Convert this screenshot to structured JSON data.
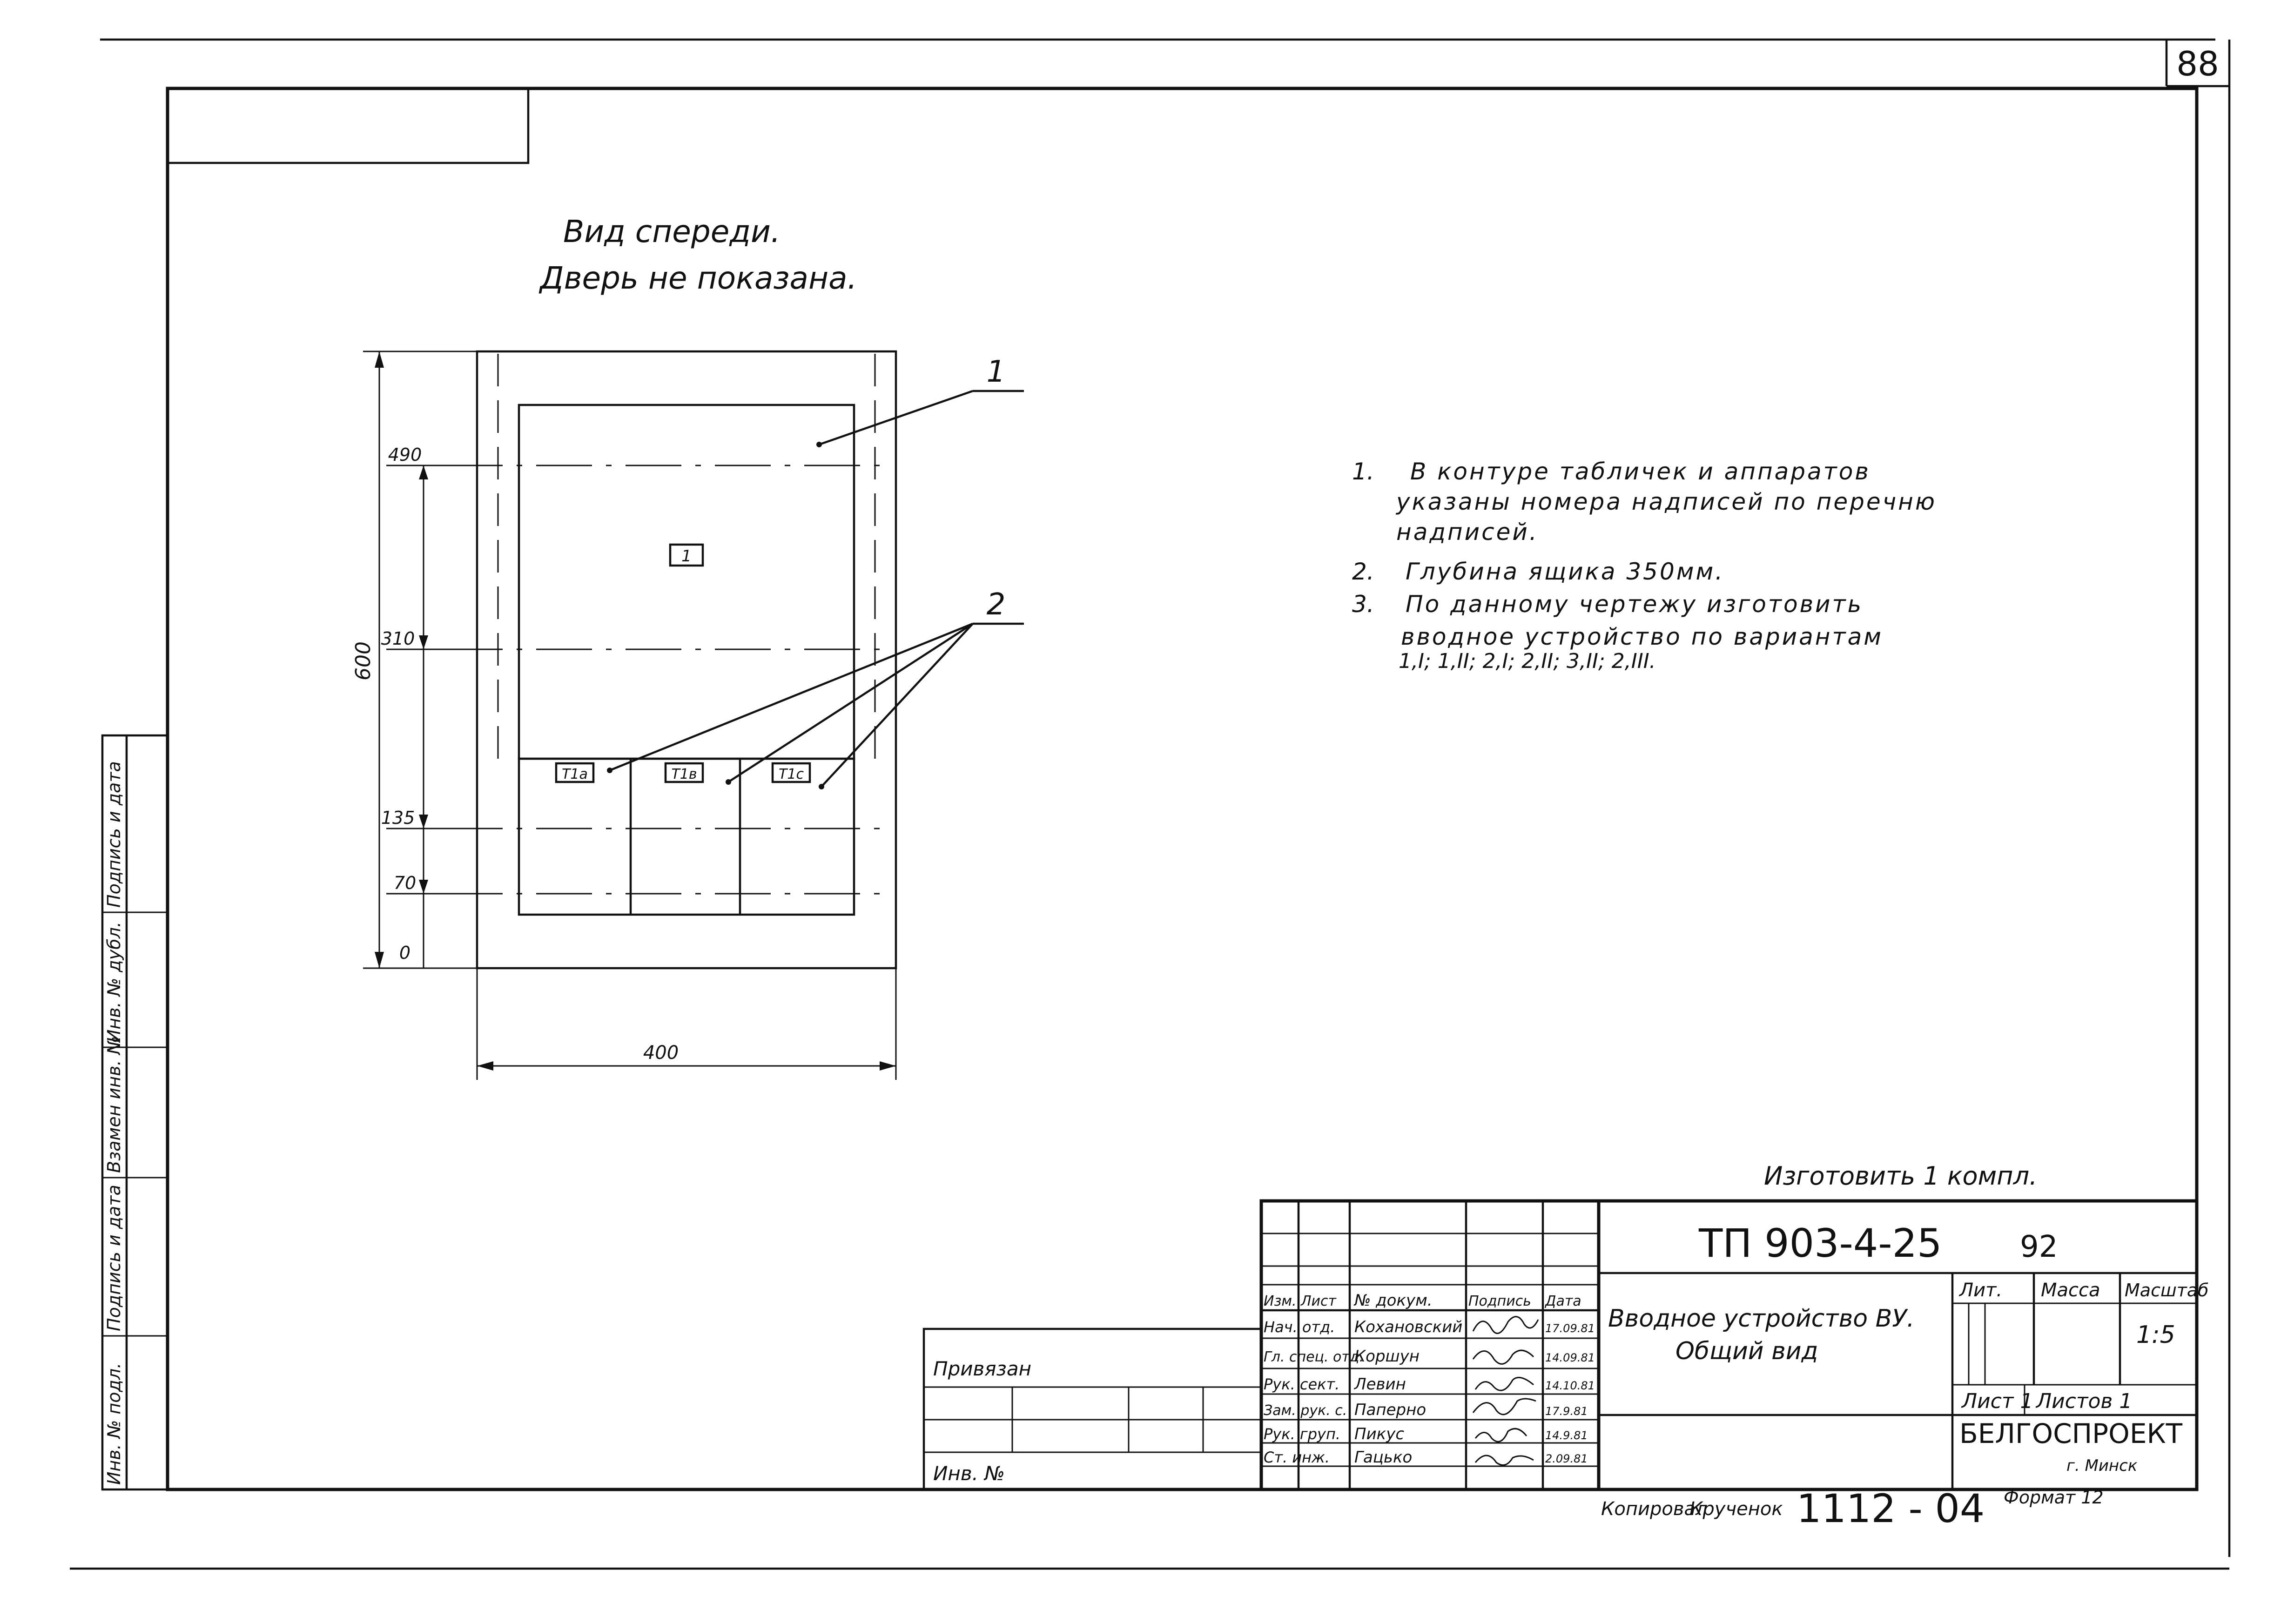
{
  "page_number": "88",
  "view_caption": {
    "line1": "Вид спереди.",
    "line2": "Дверь не показана."
  },
  "callouts": {
    "item1": "1",
    "item2": "2"
  },
  "panel_labels": {
    "main": "1",
    "cell_a": "Т1а",
    "cell_b": "Т1в",
    "cell_c": "Т1с"
  },
  "dimensions": {
    "height_total": "600",
    "level_490": "490",
    "level_310": "310",
    "level_135": "135",
    "level_70": "70",
    "level_0": "0",
    "width": "400"
  },
  "notes": [
    {
      "num": "1.",
      "lines": [
        "В контуре табличек и аппаратов",
        "указаны номера надписей по перечню",
        "надписей."
      ]
    },
    {
      "num": "2.",
      "lines": [
        "Глубина ящика 350мм."
      ]
    },
    {
      "num": "3.",
      "lines": [
        "По данному чертежу изготовить",
        "вводное устройство по вариантам",
        "1,I; 1,II; 2,I; 2,II; 3,II; 2,III."
      ]
    }
  ],
  "make_note": "Изготовить 1 компл.",
  "left_strip": [
    "Инв. № подл.",
    "Подпись и дата",
    "Взамен инв. №",
    "Инв. № дубл.",
    "Подпись и дата"
  ],
  "privyazan_block": {
    "label": "Привязан",
    "inv_label": "Инв. №"
  },
  "title_block": {
    "doc_code": "ТП 903-4-25",
    "sheet_code": "92",
    "title_line1": "Вводное устройство ВУ.",
    "title_line2": "Общий вид",
    "headers": {
      "change": "Изм.",
      "sheet": "Лист",
      "doc_no": "№ докум.",
      "sign": "Подпись",
      "date": "Дата"
    },
    "staff": [
      {
        "role": "Нач. отд.",
        "name": "Кохановский",
        "date": "17.09.81"
      },
      {
        "role": "Гл. спец. отд.",
        "name": "Коршун",
        "date": "14.09.81"
      },
      {
        "role": "Рук. сект.",
        "name": "Левин",
        "date": "14.10.81"
      },
      {
        "role": "Зам. рук. с.",
        "name": "Паперно",
        "date": "17.9.81"
      },
      {
        "role": "Рук. груп.",
        "name": "Пикус",
        "date": "14.9.81"
      },
      {
        "role": "Ст. инж.",
        "name": "Гацько",
        "date": "2.09.81"
      }
    ],
    "lit_label": "Лит.",
    "mass_label": "Масса",
    "scale_label": "Масштаб",
    "scale_value": "1:5",
    "sheet_label": "Лист 1",
    "sheets_label": "Листов 1",
    "org_name": "БЕЛГОСПРОЕКТ",
    "org_city": "г. Минск"
  },
  "bottom_line": {
    "copied_label": "Копировал",
    "copied_name": "Крученок",
    "number": "1112 - 04",
    "format_label": "Формат 12"
  }
}
